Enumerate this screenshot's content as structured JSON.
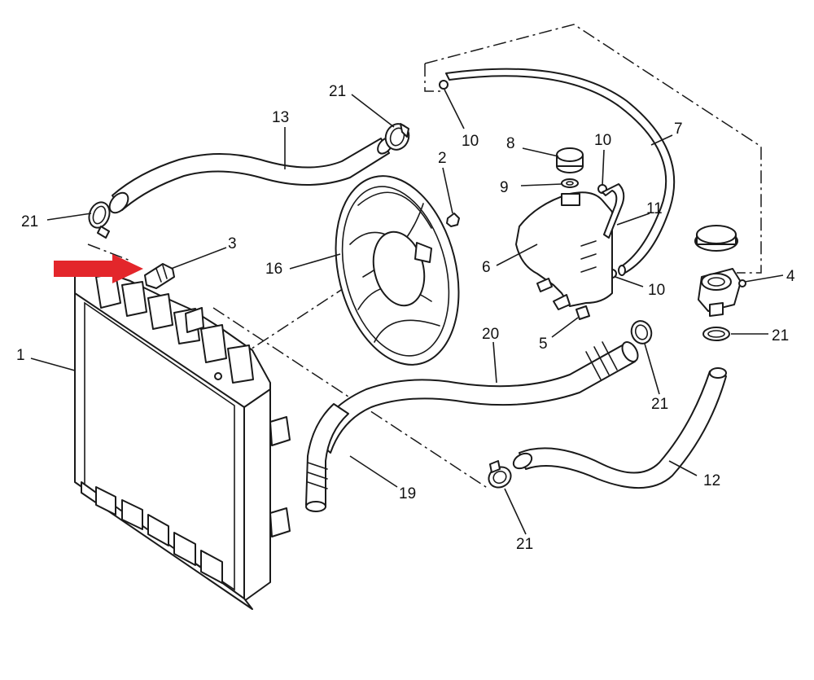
{
  "diagram": {
    "callouts": {
      "c1": "1",
      "c2": "2",
      "c3": "3",
      "c4": "4",
      "c5": "5",
      "c6": "6",
      "c7": "7",
      "c8": "8",
      "c9": "9",
      "c10a": "10",
      "c10b": "10",
      "c10c": "10",
      "c11": "11",
      "c12": "12",
      "c13": "13",
      "c16": "16",
      "c19": "19",
      "c20": "20",
      "c21a": "21",
      "c21b": "21",
      "c21c": "21",
      "c21d": "21",
      "c21e": "21"
    },
    "highlight_color": "#e3262b",
    "highlight_icon": "red-arrow-icon"
  }
}
